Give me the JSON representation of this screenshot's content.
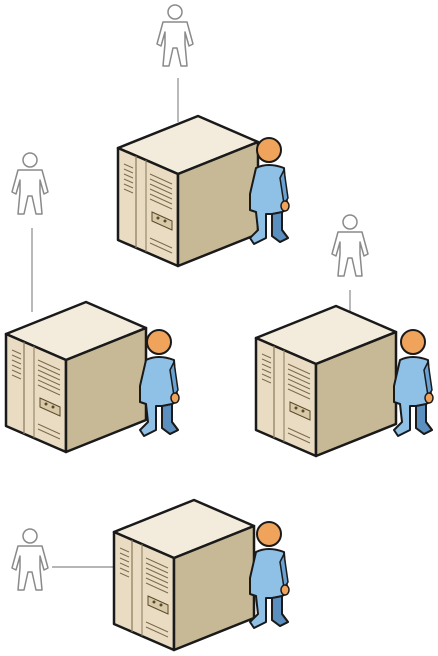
{
  "diagram": {
    "nodes": [
      {
        "id": "group-top",
        "server": "server",
        "admin": "blue-person",
        "user": "outline-person"
      },
      {
        "id": "group-left",
        "server": "server",
        "admin": "blue-person",
        "user": "outline-person"
      },
      {
        "id": "group-right",
        "server": "server",
        "admin": "blue-person",
        "user": "outline-person"
      },
      {
        "id": "group-bottom",
        "server": "server",
        "admin": "blue-person",
        "user": "outline-person"
      }
    ],
    "colors": {
      "server_front": "#e9dcc3",
      "server_side": "#c7b896",
      "server_top": "#f3ecdc",
      "server_outline": "#1a1a1a",
      "person_body": "#8fc0e6",
      "person_body_dark": "#5a8fbf",
      "person_head": "#f0a35a",
      "person_hands": "#f0a35a",
      "outline_person": "#8a8a8a",
      "connector_line": "#8a8a8a"
    }
  }
}
